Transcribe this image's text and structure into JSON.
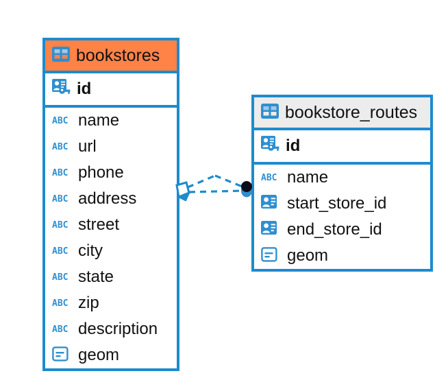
{
  "diagram": {
    "type": "entity-relationship-diagram",
    "background_color": "#ffffff",
    "accent_color": "#1e8bcd",
    "selected_color": "#ff8247",
    "plain_header_color": "#ececec"
  },
  "entities": [
    {
      "name": "bookstores",
      "header_icon": "table-icon",
      "header_state": "selected",
      "fields": [
        {
          "name": "id",
          "type_icon": "primary-key-icon",
          "bold": true
        },
        {
          "name": "name",
          "type_icon": "abc-text-icon",
          "bold": false
        },
        {
          "name": "url",
          "type_icon": "abc-text-icon",
          "bold": false
        },
        {
          "name": "phone",
          "type_icon": "abc-text-icon",
          "bold": false
        },
        {
          "name": "address",
          "type_icon": "abc-text-icon",
          "bold": false
        },
        {
          "name": "street",
          "type_icon": "abc-text-icon",
          "bold": false
        },
        {
          "name": "city",
          "type_icon": "abc-text-icon",
          "bold": false
        },
        {
          "name": "state",
          "type_icon": "abc-text-icon",
          "bold": false
        },
        {
          "name": "zip",
          "type_icon": "abc-text-icon",
          "bold": false
        },
        {
          "name": "description",
          "type_icon": "abc-text-icon",
          "bold": false
        },
        {
          "name": "geom",
          "type_icon": "geometry-icon",
          "bold": false
        }
      ]
    },
    {
      "name": "bookstore_routes",
      "header_icon": "table-icon",
      "header_state": "plain",
      "fields": [
        {
          "name": "id",
          "type_icon": "primary-key-icon",
          "bold": true
        },
        {
          "name": "name",
          "type_icon": "abc-text-icon",
          "bold": false
        },
        {
          "name": "start_store_id",
          "type_icon": "foreign-key-icon",
          "bold": false
        },
        {
          "name": "end_store_id",
          "type_icon": "foreign-key-icon",
          "bold": false
        },
        {
          "name": "geom",
          "type_icon": "geometry-icon",
          "bold": false
        }
      ]
    }
  ],
  "relationship": {
    "from_entity": "bookstores",
    "to_entity": "bookstore_routes",
    "line_style": "dashed",
    "from_marker": "many-diamond-marker",
    "to_marker": "one-filled-circle-marker",
    "color": "#1e8bcd"
  },
  "abc_icon_text": "ABC"
}
